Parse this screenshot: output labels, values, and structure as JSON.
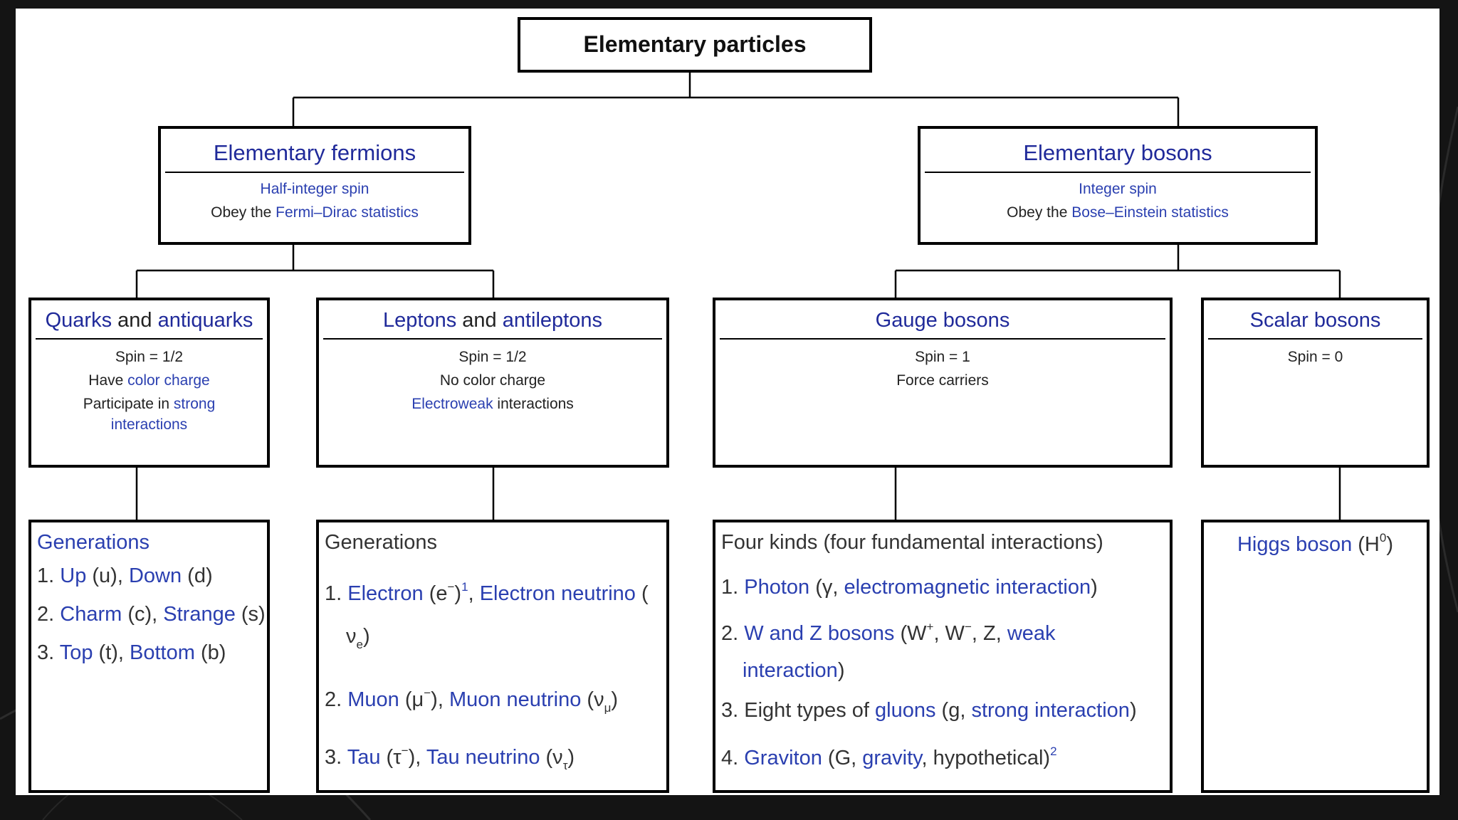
{
  "root": {
    "title": "Elementary particles"
  },
  "fermions": {
    "title": "Elementary fermions",
    "line1": "Half-integer spin",
    "line2_prefix": "Obey the ",
    "line2_link": "Fermi–Dirac statistics"
  },
  "bosons": {
    "title": "Elementary bosons",
    "line1": "Integer spin",
    "line2_prefix": "Obey the ",
    "line2_link": "Bose–Einstein statistics"
  },
  "quarks": {
    "title_link": "Quarks",
    "title_rest": " and ",
    "title_link2": "antiquarks",
    "spin": "Spin = 1/2",
    "color_prefix": "Have ",
    "color_link": "color charge",
    "strong_prefix": "Participate in ",
    "strong_link": "strong",
    "strong_link2": "interactions",
    "gen_title": "Generations",
    "gen": [
      {
        "n": "1. ",
        "a": "Up",
        "a_sym": " (u), ",
        "b": "Down",
        "b_sym": " (d)"
      },
      {
        "n": "2. ",
        "a": "Charm",
        "a_sym": " (c), ",
        "b": "Strange",
        "b_sym": " (s)"
      },
      {
        "n": "3. ",
        "a": "Top",
        "a_sym": " (t), ",
        "b": "Bottom",
        "b_sym": " (b)"
      }
    ]
  },
  "leptons": {
    "title_link": "Leptons",
    "title_rest": " and ",
    "title_link2": "antileptons",
    "spin": "Spin = 1/2",
    "color": "No color charge",
    "ew_link": "Electroweak",
    "ew_rest": " interactions",
    "gen_title": "Generations",
    "g1_n": "1. ",
    "g1_a": "Electron",
    "g1_a_sym": " (e",
    "g1_a_sup": "−",
    "g1_a_close": ")",
    "g1_fn": "1",
    "g1_sep": ", ",
    "g1_b": "Electron neutrino",
    "g1_b_open": " (",
    "g1_b_nu": "ν",
    "g1_b_sub": "e",
    "g1_b_close": ")",
    "g2_n": "2. ",
    "g2_a": "Muon",
    "g2_a_sym": " (μ",
    "g2_a_sup": "−",
    "g2_a_close": "), ",
    "g2_b": "Muon neutrino",
    "g2_b_open": " (ν",
    "g2_b_sub": "μ",
    "g2_b_close": ")",
    "g3_n": "3. ",
    "g3_a": "Tau",
    "g3_a_sym": " (τ",
    "g3_a_sup": "−",
    "g3_a_close": "), ",
    "g3_b": "Tau neutrino",
    "g3_b_open": " (ν",
    "g3_b_sub": "τ",
    "g3_b_close": ")"
  },
  "gauge": {
    "title": "Gauge bosons",
    "spin": "Spin = 1",
    "role": "Force carriers",
    "list_title": "Four kinds (four fundamental interactions)",
    "k1_n": "1. ",
    "k1_a": "Photon",
    "k1_mid": " (γ, ",
    "k1_b": "electromagnetic interaction",
    "k1_close": ")",
    "k2_n": "2. ",
    "k2_a": "W and Z bosons",
    "k2_mid": " (W",
    "k2_sup1": "+",
    "k2_mid2": ", W",
    "k2_sup2": "−",
    "k2_mid3": ", Z, ",
    "k2_b": "weak",
    "k2_b2": "interaction",
    "k2_close": ")",
    "k3_n": "3. ",
    "k3_pre": "Eight types of ",
    "k3_a": "gluons",
    "k3_mid": " (g, ",
    "k3_b": "strong interaction",
    "k3_close": ")",
    "k4_n": "4. ",
    "k4_a": "Graviton",
    "k4_mid": " (G, ",
    "k4_b": "gravity",
    "k4_rest": ", hypothetical)",
    "k4_fn": "2"
  },
  "scalar": {
    "title": "Scalar bosons",
    "spin": "Spin = 0",
    "higgs_link": "Higgs boson",
    "higgs_sym": " (H",
    "higgs_sup": "0",
    "higgs_close": ")"
  }
}
